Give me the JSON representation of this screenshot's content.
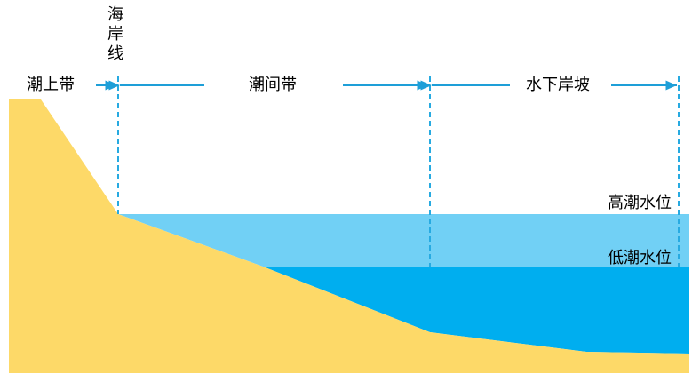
{
  "zones": {
    "supratidal": "潮上带",
    "intertidal": "潮间带",
    "subaqueous_slope": "水下岸坡"
  },
  "coastline_chars": [
    "海",
    "岸",
    "线"
  ],
  "levels": {
    "high_tide": "高潮水位",
    "low_tide": "低潮水位"
  },
  "colors": {
    "land": "#fdd968",
    "intertidal_water": "#71d0f5",
    "deep_water": "#00aeef",
    "guide": "#27aae1",
    "arrow": "#1e9fd8"
  }
}
